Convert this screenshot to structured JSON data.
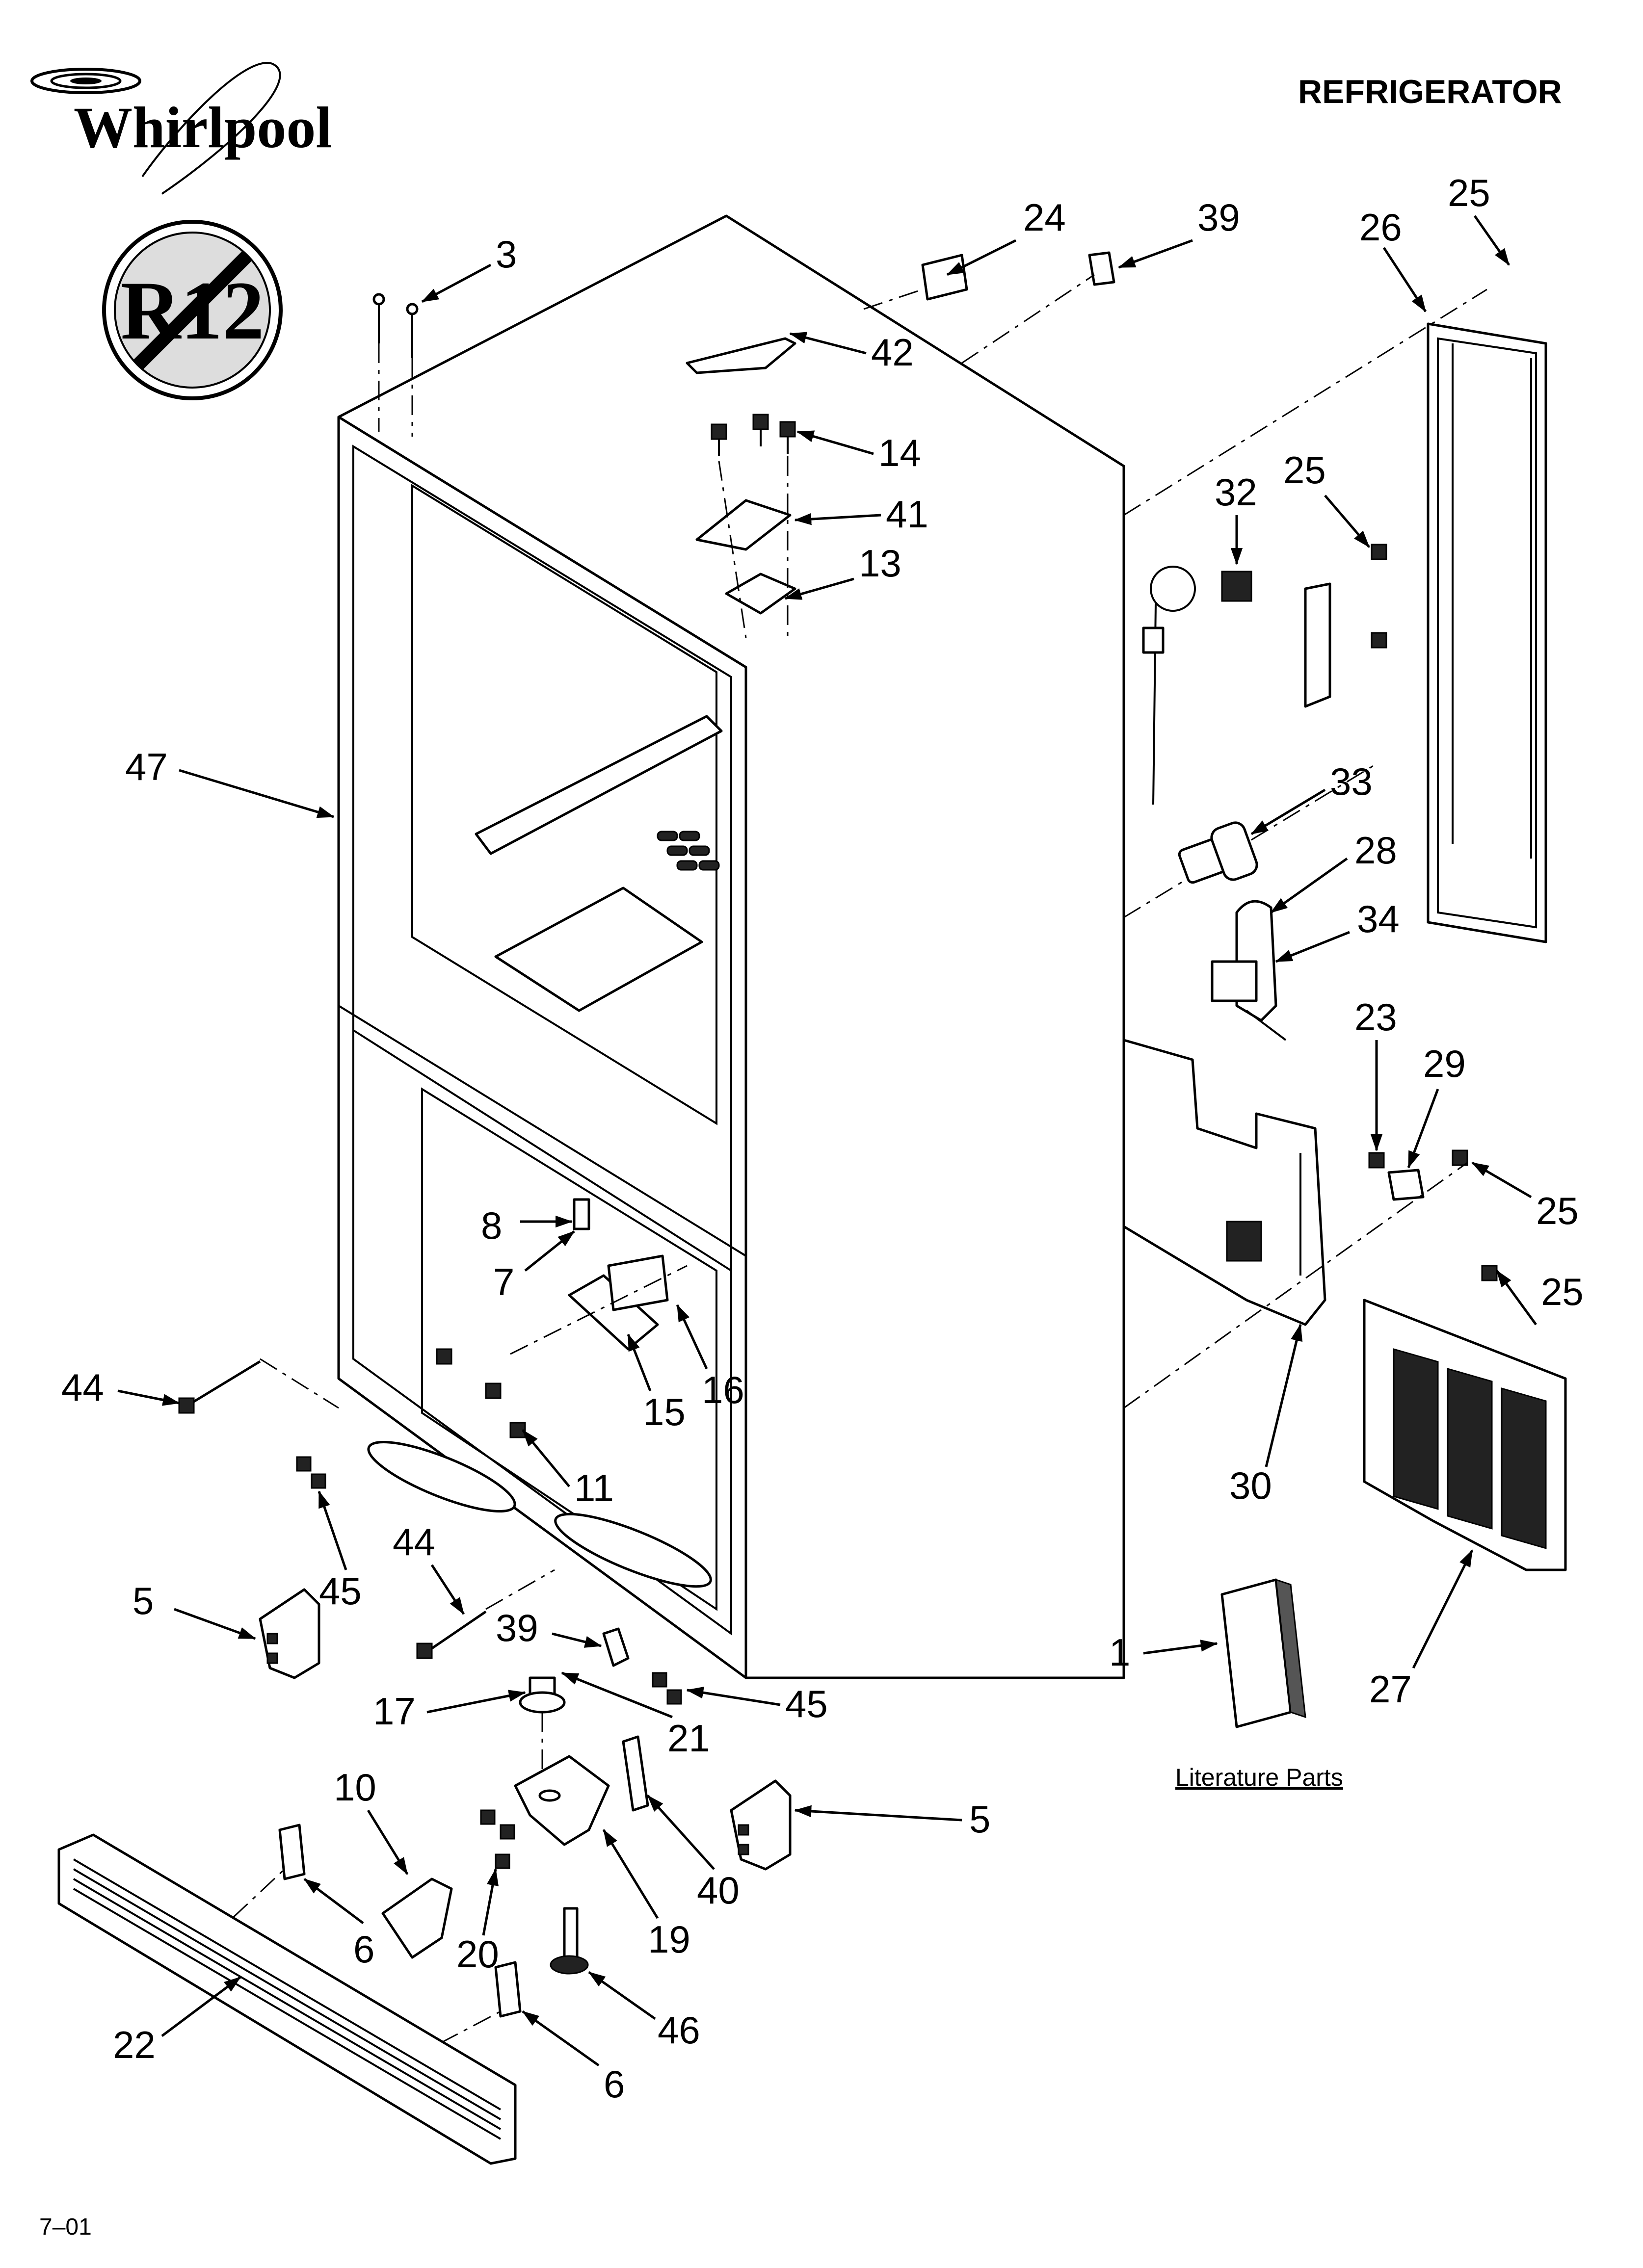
{
  "header": {
    "brand": "Whirlpool",
    "title": "REFRIGERATOR",
    "r12_badge": "R12"
  },
  "footer": {
    "code": "7–01",
    "literature_label": "Literature Parts"
  },
  "callouts": [
    "3",
    "24",
    "39",
    "25",
    "26",
    "42",
    "14",
    "41",
    "13",
    "32",
    "25",
    "47",
    "33",
    "28",
    "34",
    "23",
    "29",
    "25",
    "8",
    "7",
    "16",
    "15",
    "25",
    "44",
    "11",
    "30",
    "45",
    "27",
    "5",
    "44",
    "39",
    "1",
    "17",
    "45",
    "21",
    "10",
    "5",
    "40",
    "19",
    "6",
    "20",
    "46",
    "22",
    "6"
  ]
}
